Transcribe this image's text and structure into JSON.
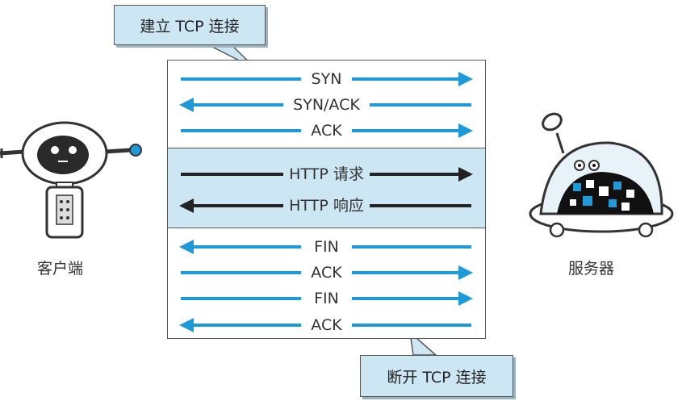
{
  "callouts": {
    "connect": "建立 TCP 连接",
    "disconnect": "断开 TCP 连接"
  },
  "client_label": "客户端",
  "server_label": "服务器",
  "messages": [
    {
      "label": "SYN",
      "direction": "right",
      "color": "#1e9ad8"
    },
    {
      "label": "SYN/ACK",
      "direction": "left",
      "color": "#1e9ad8"
    },
    {
      "label": "ACK",
      "direction": "right",
      "color": "#1e9ad8"
    },
    {
      "label": "HTTP 请求",
      "direction": "right",
      "color": "#222222"
    },
    {
      "label": "HTTP 响应",
      "direction": "left",
      "color": "#222222"
    },
    {
      "label": "FIN",
      "direction": "left",
      "color": "#1e9ad8"
    },
    {
      "label": "ACK",
      "direction": "right",
      "color": "#1e9ad8"
    },
    {
      "label": "FIN",
      "direction": "right",
      "color": "#1e9ad8"
    },
    {
      "label": "ACK",
      "direction": "left",
      "color": "#1e9ad8"
    }
  ],
  "colors": {
    "accent": "#1e9ad8",
    "panel": "#cde6f3",
    "dark_arrow": "#222222"
  }
}
